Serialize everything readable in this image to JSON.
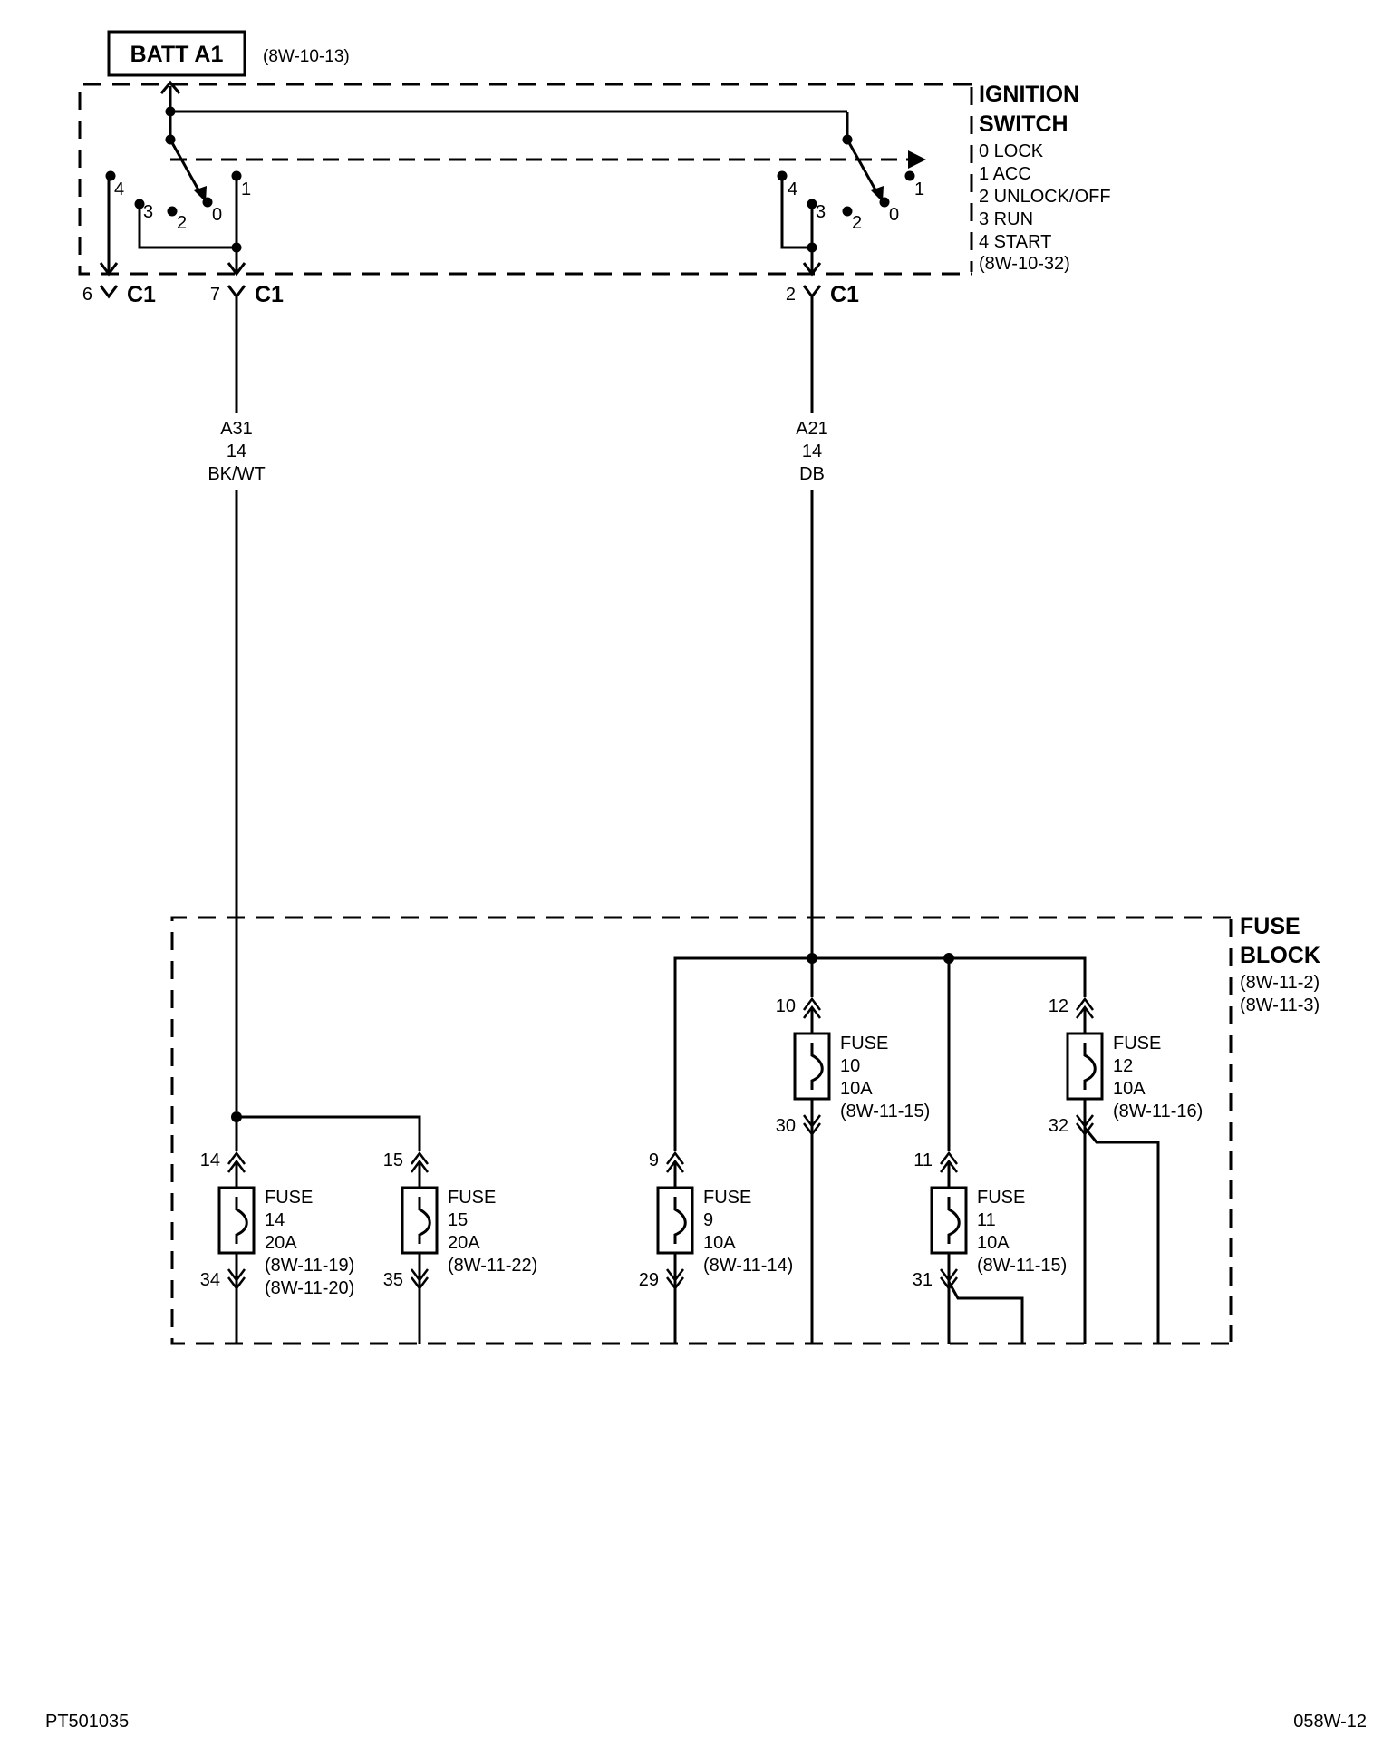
{
  "batt": {
    "label": "BATT A1",
    "ref": "(8W-10-13)"
  },
  "ignition_switch": {
    "title1": "IGNITION",
    "title2": "SWITCH",
    "positions": [
      "0 LOCK",
      "1 ACC",
      "2 UNLOCK/OFF",
      "3 RUN",
      "4 START"
    ],
    "ref": "(8W-10-32)",
    "left_contacts": {
      "p4": "4",
      "p3": "3",
      "p2": "2",
      "p0": "0",
      "p1": "1"
    },
    "right_contacts": {
      "p4": "4",
      "p3": "3",
      "p2": "2",
      "p0": "0",
      "p1": "1"
    }
  },
  "connectors": [
    {
      "pin": "6",
      "name": "C1"
    },
    {
      "pin": "7",
      "name": "C1"
    },
    {
      "pin": "2",
      "name": "C1"
    }
  ],
  "wires": [
    {
      "circuit": "A31",
      "gauge": "14",
      "color": "BK/WT"
    },
    {
      "circuit": "A21",
      "gauge": "14",
      "color": "DB"
    }
  ],
  "fuse_block": {
    "title1": "FUSE",
    "title2": "BLOCK",
    "refs": [
      "(8W-11-2)",
      "(8W-11-3)"
    ]
  },
  "fuses": [
    {
      "name": "FUSE",
      "number": "14",
      "rating": "20A",
      "pin_in": "14",
      "pin_out": "34",
      "refs": [
        "(8W-11-19)",
        "(8W-11-20)"
      ]
    },
    {
      "name": "FUSE",
      "number": "15",
      "rating": "20A",
      "pin_in": "15",
      "pin_out": "35",
      "refs": [
        "(8W-11-22)"
      ]
    },
    {
      "name": "FUSE",
      "number": "9",
      "rating": "10A",
      "pin_in": "9",
      "pin_out": "29",
      "refs": [
        "(8W-11-14)"
      ]
    },
    {
      "name": "FUSE",
      "number": "10",
      "rating": "10A",
      "pin_in": "10",
      "pin_out": "30",
      "refs": [
        "(8W-11-15)"
      ]
    },
    {
      "name": "FUSE",
      "number": "11",
      "rating": "10A",
      "pin_in": "11",
      "pin_out": "31",
      "refs": [
        "(8W-11-15)"
      ]
    },
    {
      "name": "FUSE",
      "number": "12",
      "rating": "10A",
      "pin_in": "12",
      "pin_out": "32",
      "refs": [
        "(8W-11-16)"
      ]
    }
  ],
  "footer": {
    "left": "PT501035",
    "right": "058W-12"
  }
}
